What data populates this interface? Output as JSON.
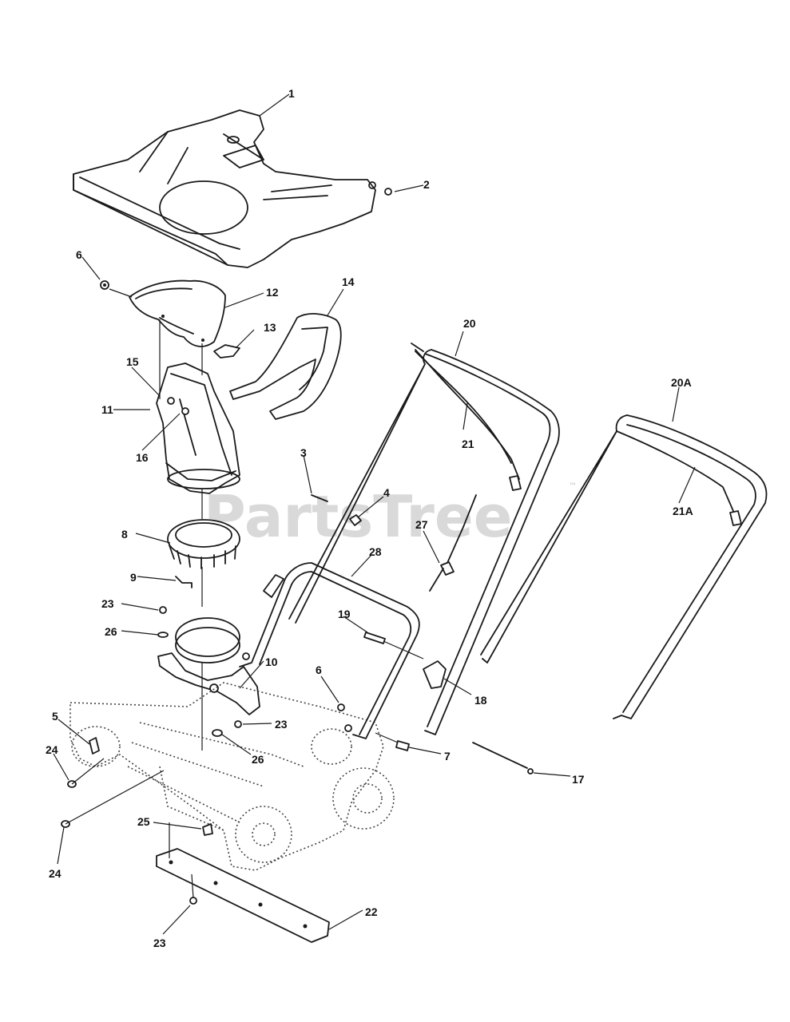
{
  "watermark": {
    "text": "PartsTree",
    "trademark": "™"
  },
  "callouts": {
    "c1": "1",
    "c2": "2",
    "c3": "3",
    "c4": "4",
    "c5": "5",
    "c6a": "6",
    "c6b": "6",
    "c7": "7",
    "c8": "8",
    "c9": "9",
    "c10": "10",
    "c11": "11",
    "c12": "12",
    "c13": "13",
    "c14": "14",
    "c15": "15",
    "c16": "16",
    "c17": "17",
    "c18": "18",
    "c19": "19",
    "c20": "20",
    "c20a": "20A",
    "c21": "21",
    "c21a": "21A",
    "c22": "22",
    "c23a": "23",
    "c23b": "23",
    "c23c": "23",
    "c24a": "24",
    "c24b": "24",
    "c25": "25",
    "c26a": "26",
    "c26b": "26",
    "c27": "27",
    "c28": "28"
  }
}
